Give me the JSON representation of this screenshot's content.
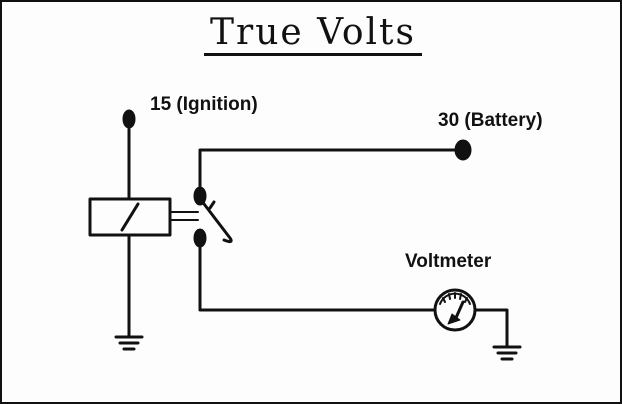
{
  "diagram": {
    "title": "True Volts",
    "labels": {
      "ignition": "15 (Ignition)",
      "battery": "30 (Battery)",
      "voltmeter": "Voltmeter"
    }
  }
}
